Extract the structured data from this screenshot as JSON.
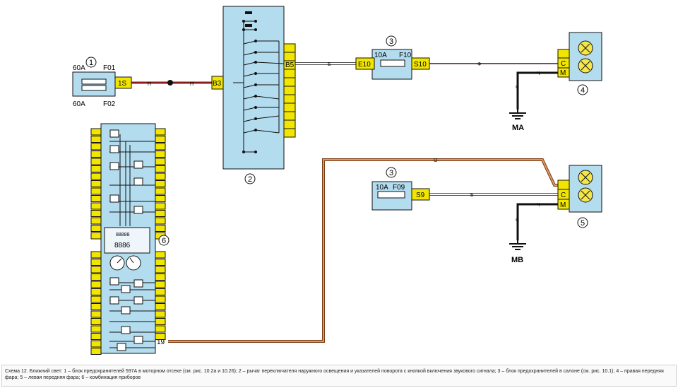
{
  "components": {
    "c1": {
      "number": "1",
      "top_left": "60A",
      "top_right": "F01",
      "bottom_left": "60A",
      "bottom_right": "F02",
      "pin": "1S"
    },
    "c2": {
      "number": "2",
      "pin_left": "B3",
      "pin_right": "B5"
    },
    "c3a": {
      "number": "3",
      "rating": "10A",
      "fuse": "F10",
      "pin_left": "E10",
      "pin_right": "S10"
    },
    "c3b": {
      "number": "3",
      "rating": "10A",
      "fuse": "F09",
      "pin_right": "S9"
    },
    "c4": {
      "number": "4",
      "pin_c": "C",
      "pin_m": "M"
    },
    "c5": {
      "number": "5",
      "pin_c": "C",
      "pin_m": "M"
    },
    "c6": {
      "number": "6",
      "pin": "19",
      "display_top": "88888",
      "display_bottom": "8886"
    }
  },
  "wires": {
    "w1a": "П",
    "w1b": "П",
    "w2": "Б",
    "w3": "Ф",
    "w4": "Ч",
    "w5": "Ч",
    "w6": "О",
    "w7": "Б",
    "w8": "Ч",
    "w9": "Ч"
  },
  "grounds": {
    "ma": "MA",
    "mb": "MB"
  },
  "caption": "Схема 12. Ближний свет: 1 – блок предохранителей 597А в моторном отсеке (см. рис. 10.2а и 10.26); 2 – рычаг переключателя наружного освещения и указателей поворота с кнопкой включения звукового сигнала; 3 – блок предохранителей в салоне (см. рис. 10.1); 4 – правая передняя фара; 5 – левая передняя фара; 6 – комбинация приборов",
  "colors": {
    "box_fill": "#b3dcef",
    "connector": "#f2e600",
    "wire_red": "#8b1a1a",
    "wire_orange": "#b8602a",
    "wire_purple": "#7a4a6e"
  }
}
